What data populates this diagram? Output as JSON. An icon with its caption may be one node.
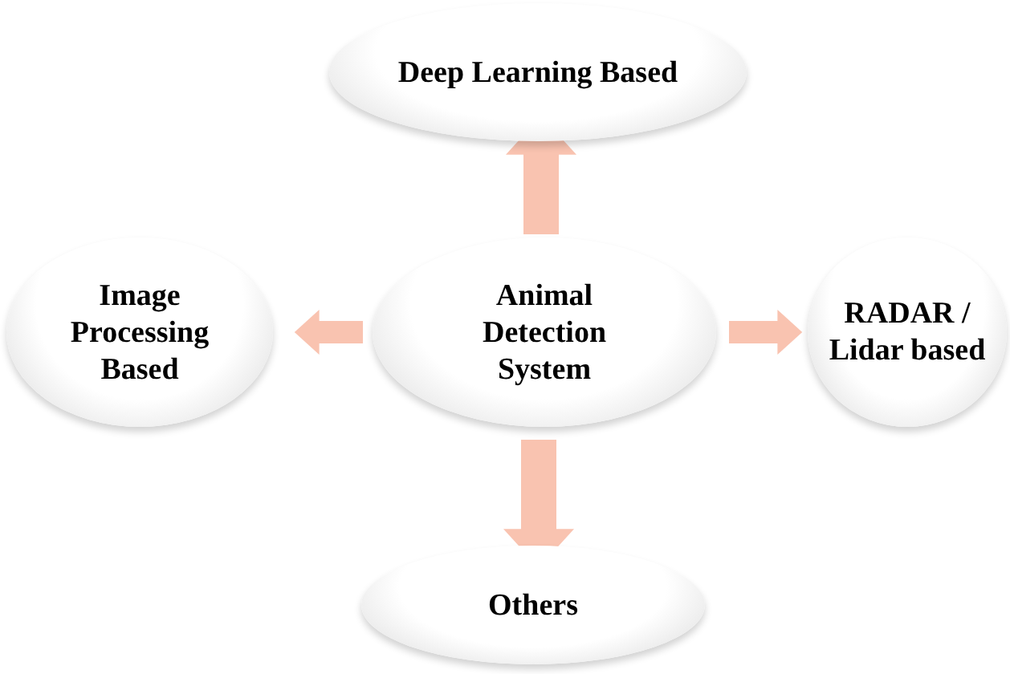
{
  "diagram": {
    "nodes": [
      {
        "text": [
          "Deep Learning Based"
        ]
      },
      {
        "text": [
          "Image Processing Based"
        ]
      },
      {
        "text": [
          "Animal Detection System"
        ]
      },
      {
        "text": [
          "RADAR / Lidar based"
        ]
      },
      {
        "text": [
          "Others"
        ]
      }
    ],
    "edges": [
      {
        "from": 2,
        "to": 0,
        "arrow": "to"
      },
      {
        "from": 2,
        "to": 1,
        "arrow": "to"
      },
      {
        "from": 2,
        "to": 3,
        "arrow": "to"
      },
      {
        "from": 2,
        "to": 4,
        "arrow": "to"
      }
    ]
  }
}
